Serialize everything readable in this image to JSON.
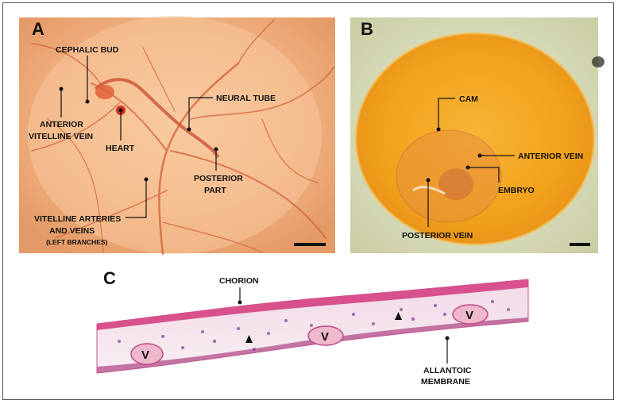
{
  "panels": {
    "a": {
      "letter": "A",
      "labels": {
        "cephalic_bud": "CEPHALIC BUD",
        "anterior_line1": "ANTERIOR",
        "anterior_line2": "VITELLINE VEIN",
        "heart": "HEART",
        "neural_tube": "NEURAL TUBE",
        "posterior_line1": "POSTERIOR",
        "posterior_line2": "PART",
        "vitelline_line1": "VITELLINE ARTERIES",
        "vitelline_line2": "AND VEINS",
        "vitelline_line3": "(LEFT BRANCHES)"
      }
    },
    "b": {
      "letter": "B",
      "labels": {
        "cam": "CAM",
        "anterior_vein": "ANTERIOR VEIN",
        "embryo": "EMBRYO",
        "posterior_vein": "POSTERIOR VEIN"
      }
    },
    "c": {
      "letter": "C",
      "labels": {
        "chorion": "CHORION",
        "allantoic_line1": "ALLANTOIC",
        "allantoic_line2": "MEMBRANE",
        "vessel": "V"
      }
    }
  },
  "colors": {
    "egg_orange": "#f2b07a",
    "yolk_yellow": "#f2a41c",
    "tissue_pink": "#d8508c",
    "background_white": "#ffffff"
  }
}
